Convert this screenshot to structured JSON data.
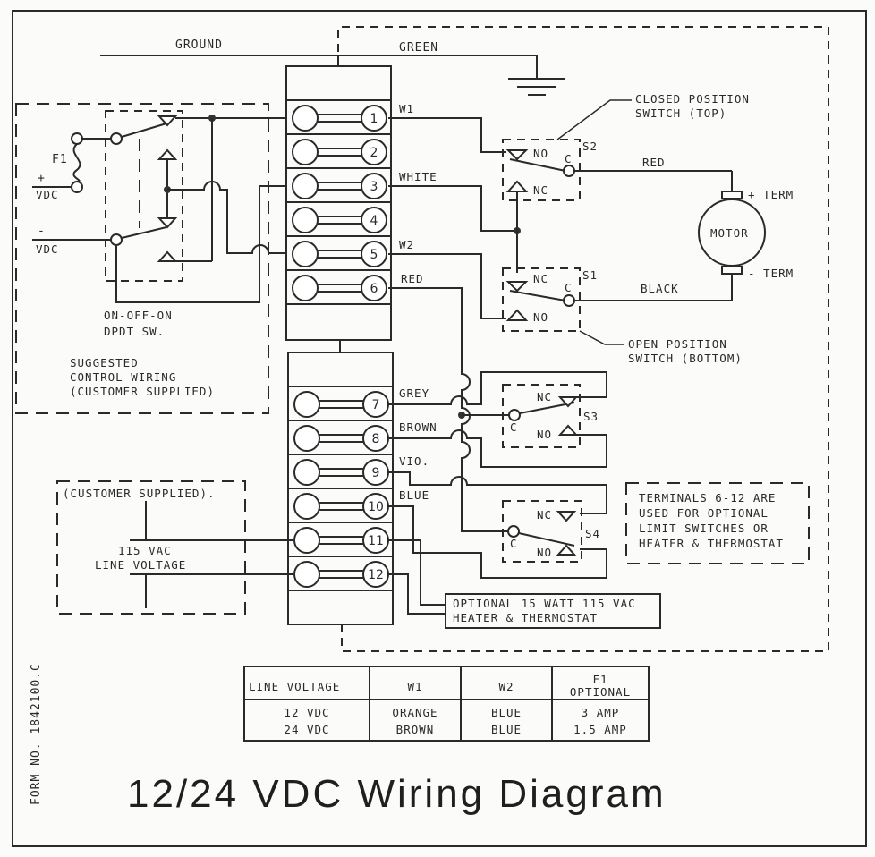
{
  "title": "12/24 VDC Wiring Diagram",
  "form_number": "FORM NO. 1842100.C",
  "top_labels": {
    "ground": "GROUND",
    "green": "GREEN"
  },
  "control_box": {
    "fuse": "F1",
    "plus": "+",
    "minus": "-",
    "vdc_pos": "VDC",
    "vdc_neg": "VDC",
    "switch_line1": "ON-OFF-ON",
    "switch_line2": "DPDT SW.",
    "note_line1": "SUGGESTED",
    "note_line2": "CONTROL WIRING",
    "note_line3": "(CUSTOMER SUPPLIED)"
  },
  "terminals": [
    {
      "n": "1",
      "wire": "W1"
    },
    {
      "n": "2",
      "wire": ""
    },
    {
      "n": "3",
      "wire": "WHITE"
    },
    {
      "n": "4",
      "wire": ""
    },
    {
      "n": "5",
      "wire": "W2"
    },
    {
      "n": "6",
      "wire": "RED"
    },
    {
      "n": "7",
      "wire": "GREY"
    },
    {
      "n": "8",
      "wire": "BROWN"
    },
    {
      "n": "9",
      "wire": "VIO."
    },
    {
      "n": "10",
      "wire": "BLUE"
    },
    {
      "n": "11",
      "wire": ""
    },
    {
      "n": "12",
      "wire": ""
    }
  ],
  "switches": {
    "s2": {
      "name": "S2",
      "no": "NO",
      "nc": "NC",
      "c": "C"
    },
    "s1": {
      "name": "S1",
      "no": "NO",
      "nc": "NC",
      "c": "C"
    },
    "s3": {
      "name": "S3",
      "no": "NO",
      "nc": "NC",
      "c": "C"
    },
    "s4": {
      "name": "S4",
      "no": "NO",
      "nc": "NC",
      "c": "C"
    }
  },
  "motor": {
    "label": "MOTOR",
    "plus_term": "+ TERM",
    "minus_term": "- TERM",
    "red": "RED",
    "black": "BLACK"
  },
  "callouts": {
    "closed_line1": "CLOSED POSITION",
    "closed_line2": "SWITCH (TOP)",
    "open_line1": "OPEN POSITION",
    "open_line2": "SWITCH (BOTTOM)"
  },
  "terminals_note": [
    "TERMINALS 6-12 ARE",
    "USED FOR OPTIONAL",
    "LIMIT SWITCHES OR",
    "HEATER & THERMOSTAT"
  ],
  "line_box": {
    "header": "(CUSTOMER SUPPLIED).",
    "line1": "115 VAC",
    "line2": "LINE VOLTAGE"
  },
  "heater_box": [
    "OPTIONAL 15 WATT 115 VAC",
    "HEATER & THERMOSTAT"
  ],
  "table": {
    "headers": [
      "LINE VOLTAGE",
      "W1",
      "W2",
      "F1",
      "OPTIONAL"
    ],
    "rows": [
      [
        "12 VDC",
        "ORANGE",
        "BLUE",
        "3 AMP"
      ],
      [
        "24 VDC",
        "BROWN",
        "BLUE",
        "1.5 AMP"
      ]
    ]
  }
}
